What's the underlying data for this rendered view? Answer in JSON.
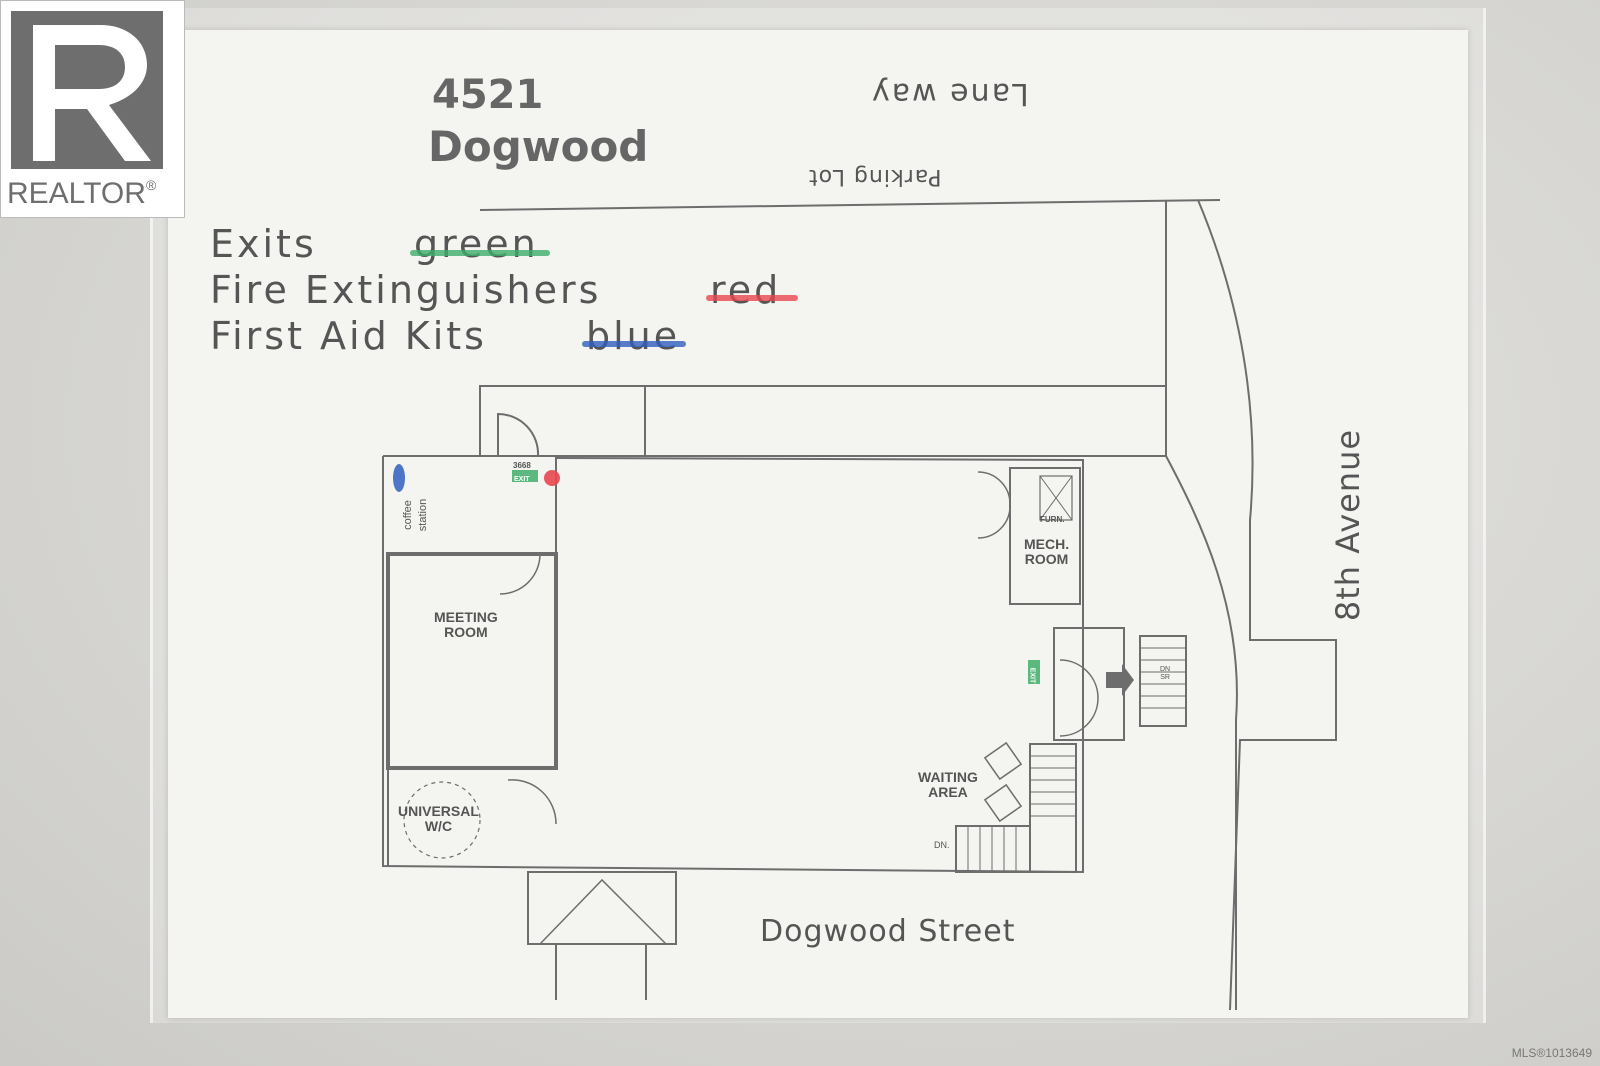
{
  "photo": {
    "logo": {
      "word": "REALTOR",
      "mark": "®"
    },
    "mls": "MLS®1013649"
  },
  "sign": {
    "address_number": "4521",
    "address_name": "Dogwood",
    "lane": "Lane way",
    "parking": "Parking Lot",
    "street_bottom": "Dogwood Street",
    "street_right": "8th Avenue",
    "legend": [
      {
        "item": "Exits",
        "color_word": "green",
        "color": "#3fae6a"
      },
      {
        "item": "Fire Extinguishers",
        "color_word": "red",
        "color": "#e8474f"
      },
      {
        "item": "First Aid Kits",
        "color_word": "blue",
        "color": "#2f5fbf"
      }
    ]
  },
  "plan": {
    "rooms": {
      "meeting": "MEETING\nROOM",
      "mech": "MECH.\nROOM",
      "waiting": "WAITING\nAREA",
      "wc": "UNIVERSAL\nW/C",
      "coffee": "coffee\nstation",
      "furn": "FURN."
    },
    "exit_sign": "EXIT",
    "door_code": "3668",
    "stair_dn": "DN.",
    "stair_up": "DN\nSR"
  }
}
